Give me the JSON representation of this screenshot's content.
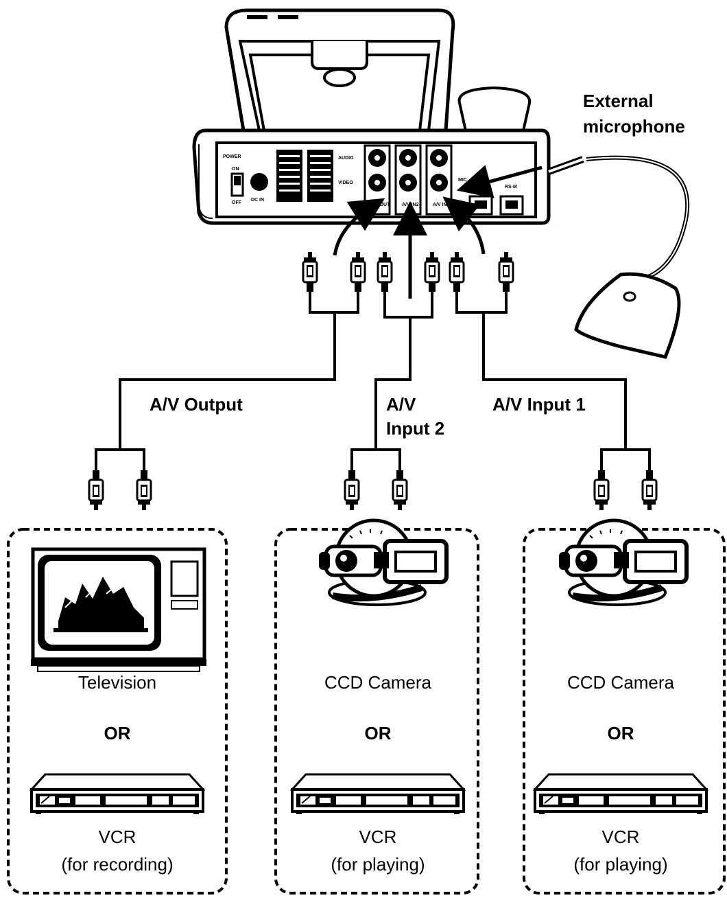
{
  "diagram": {
    "mic_label_line1": "External",
    "mic_label_line2": "microphone",
    "labels": {
      "av_output": "A/V Output",
      "av_input2_line1": "A/V",
      "av_input2_line2": "Input 2",
      "av_input1": "A/V Input 1"
    },
    "panel": {
      "power": "POWER",
      "on": "ON",
      "off": "OFF",
      "dc_in": "DC IN",
      "audio": "AUDIO",
      "video": "VIDEO",
      "av_out": "A/V OUT",
      "av_in2": "A/V IN2",
      "av_in1": "A/V IN1",
      "mic": "MIC",
      "rs": "RS-M"
    },
    "boxes": [
      {
        "device1": "Television",
        "or": "OR",
        "device2_line1": "VCR",
        "device2_line2": "(for recording)"
      },
      {
        "device1": "CCD Camera",
        "or": "OR",
        "device2_line1": "VCR",
        "device2_line2": "(for playing)"
      },
      {
        "device1": "CCD Camera",
        "or": "OR",
        "device2_line1": "VCR",
        "device2_line2": "(for playing)"
      }
    ]
  }
}
